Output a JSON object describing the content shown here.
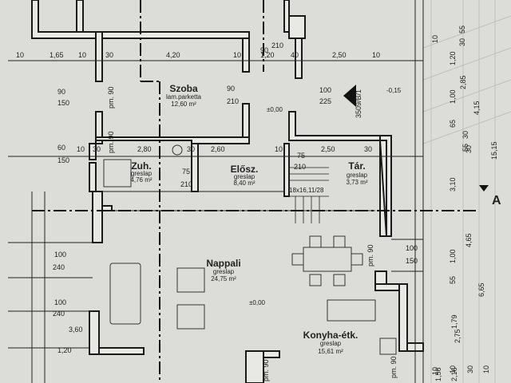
{
  "rooms": [
    {
      "name": "Szoba",
      "floor": "lam.parketta",
      "area": "12,60 m²"
    },
    {
      "name": "Zuh.",
      "floor": "greslap",
      "area": "4,76 m²"
    },
    {
      "name": "Elősz.",
      "floor": "greslap",
      "area": "8,40 m²"
    },
    {
      "name": "Tár.",
      "floor": "greslap",
      "area": "3,73 m²"
    },
    {
      "name": "Nappali",
      "floor": "greslap",
      "area": "24,75 m²"
    },
    {
      "name": "Konyha-étk.",
      "floor": "greslap",
      "area": "15,61 m²"
    }
  ],
  "elevations": [
    "±0,00",
    "±0,00",
    "-0,15"
  ],
  "stair_label": "18x16,11/28",
  "section_marker": "3509/B/1",
  "axis_label": "A",
  "dims": {
    "top_row": [
      "10",
      "1,65",
      "10",
      "30",
      "4,20",
      "10",
      "1,20",
      "40",
      "2,50",
      "10"
    ],
    "mid_row": [
      "10",
      "30",
      "2,80",
      "30",
      "2,60",
      "10",
      "2,50",
      "30"
    ],
    "misc": [
      "90",
      "210",
      "90",
      "210",
      "100",
      "225",
      "75",
      "210",
      "75",
      "210",
      "90",
      "150",
      "60",
      "150",
      "100",
      "240",
      "100",
      "240",
      "3,60",
      "1,20",
      "100",
      "150",
      "pm. 90",
      "pm. 90",
      "pm. 90",
      "pm. 90",
      "pm. 90"
    ],
    "right_col": [
      "1,20",
      "2,85",
      "1,00",
      "4,15",
      "15,15",
      "65",
      "30",
      "3,10",
      "4,65",
      "1,00",
      "55",
      "6,65",
      "1,79",
      "2,75",
      "1,56",
      "2,16",
      "10",
      "55",
      "30",
      "30",
      "55",
      "10",
      "10",
      "30",
      "10"
    ]
  }
}
